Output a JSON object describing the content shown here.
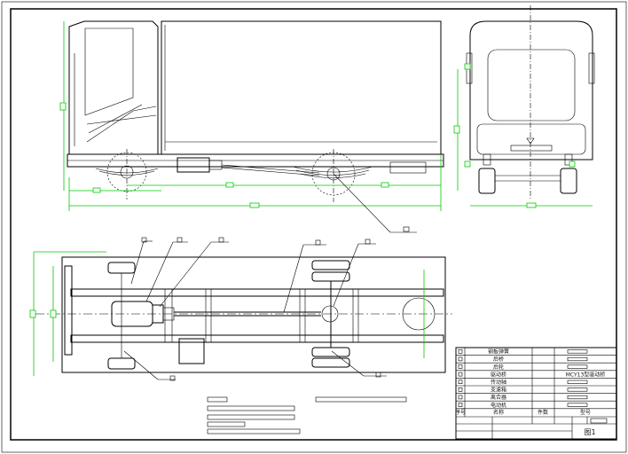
{
  "title_block": {
    "drawing_no": "图1",
    "header": {
      "seq": "序号",
      "name": "名称",
      "qty": "件数",
      "model": "型号"
    },
    "rows": [
      {
        "name": "钢板弹簧"
      },
      {
        "name": "后桥"
      },
      {
        "name": "后轮"
      },
      {
        "name": "驱动桥",
        "model": "MCY13型驱动桥"
      },
      {
        "name": "传动轴"
      },
      {
        "name": "变速箱"
      },
      {
        "name": "离合器"
      },
      {
        "name": "电动机"
      }
    ]
  },
  "colors": {
    "drawing": "#000000",
    "dimension": "#00cc00",
    "background": "#ffffff"
  }
}
